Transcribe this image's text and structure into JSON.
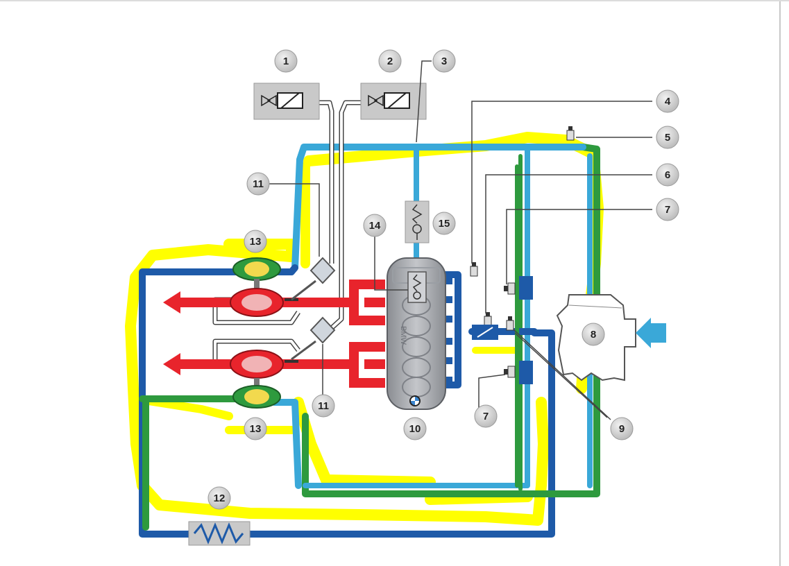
{
  "callouts": {
    "c1": "1",
    "c2": "2",
    "c3": "3",
    "c4": "4",
    "c5": "5",
    "c6": "6",
    "c7": "7",
    "c8": "8",
    "c9": "9",
    "c10": "10",
    "c11": "11",
    "c12": "12",
    "c13": "13",
    "c14": "14",
    "c15": "15"
  },
  "engine_block": {
    "brand_text": "BMW"
  },
  "colors": {
    "hot_pipe": "#e8242c",
    "cold_pipe": "#1e5aa8",
    "light_pipe": "#3aa8d8",
    "green_pipe": "#2e9a3e",
    "highlight": "#ffff00",
    "component_grey": "#c9c9c9",
    "callout_fill": "#d6d6d6"
  },
  "icons": [
    "solenoid-valve-icon",
    "turbocharger-icon",
    "spring-valve-icon",
    "sensor-icon",
    "bmw-logo-icon",
    "intake-arrow-icon",
    "exhaust-arrow-icon"
  ]
}
